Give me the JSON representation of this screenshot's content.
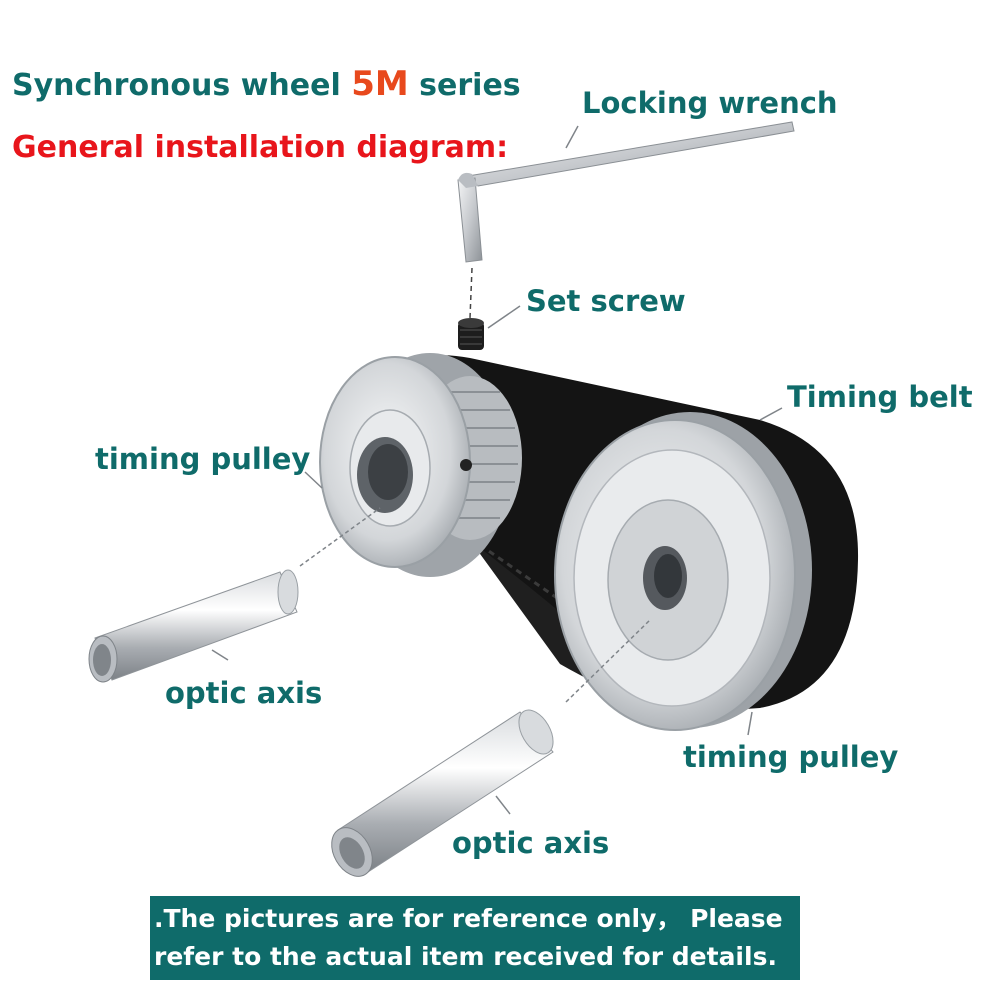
{
  "title": {
    "line1_prefix": "Synchronous wheel",
    "line1_accent": "5M",
    "line1_suffix": "series",
    "line2": "General installation diagram:"
  },
  "labels": {
    "locking_wrench": "Locking wrench",
    "set_screw": "Set screw",
    "timing_belt": "Timing belt",
    "timing_pulley_left": "timing pulley",
    "optic_axis_left": "optic axis",
    "timing_pulley_right": "timing pulley",
    "optic_axis_bottom": "optic axis"
  },
  "note": {
    "line1": ".The pictures are for reference only， Please",
    "line2": " refer to the actual item received for details."
  },
  "colors": {
    "label_teal": "#0f6b6a",
    "title_red": "#e8151b",
    "accent_orange": "#e8491d",
    "belt_black": "#111111",
    "metal": "#c9ccd0"
  }
}
